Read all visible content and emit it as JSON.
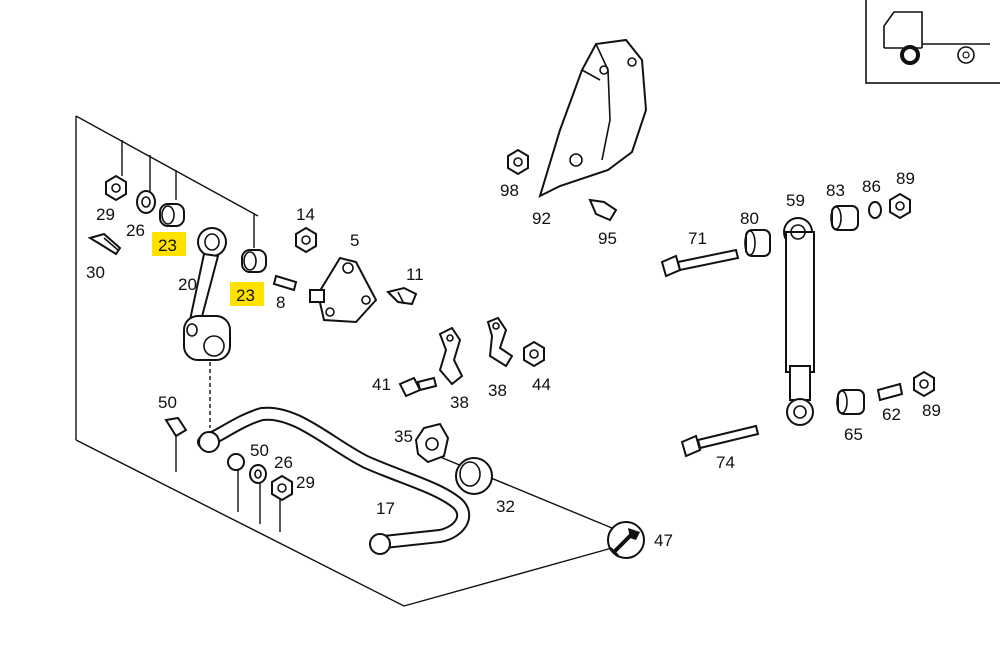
{
  "callouts": {
    "c29a": "29",
    "c26a": "26",
    "c23a": "23",
    "c30": "30",
    "c20": "20",
    "c23b": "23",
    "c8": "8",
    "c14": "14",
    "c5": "5",
    "c11": "11",
    "c98": "98",
    "c92": "92",
    "c95": "95",
    "c71": "71",
    "c80": "80",
    "c59": "59",
    "c83": "83",
    "c86": "86",
    "c89a": "89",
    "c41": "41",
    "c38a": "38",
    "c38b": "38",
    "c44": "44",
    "c35": "35",
    "c50a": "50",
    "c50b": "50",
    "c26b": "26",
    "c29b": "29",
    "c17": "17",
    "c32": "32",
    "c47": "47",
    "c65": "65",
    "c62": "62",
    "c89b": "89",
    "c74": "74"
  },
  "highlight_color": "#ffe200",
  "icons": {
    "vehicle": "truck-front-axle-icon",
    "tool": "wrench-icon"
  }
}
